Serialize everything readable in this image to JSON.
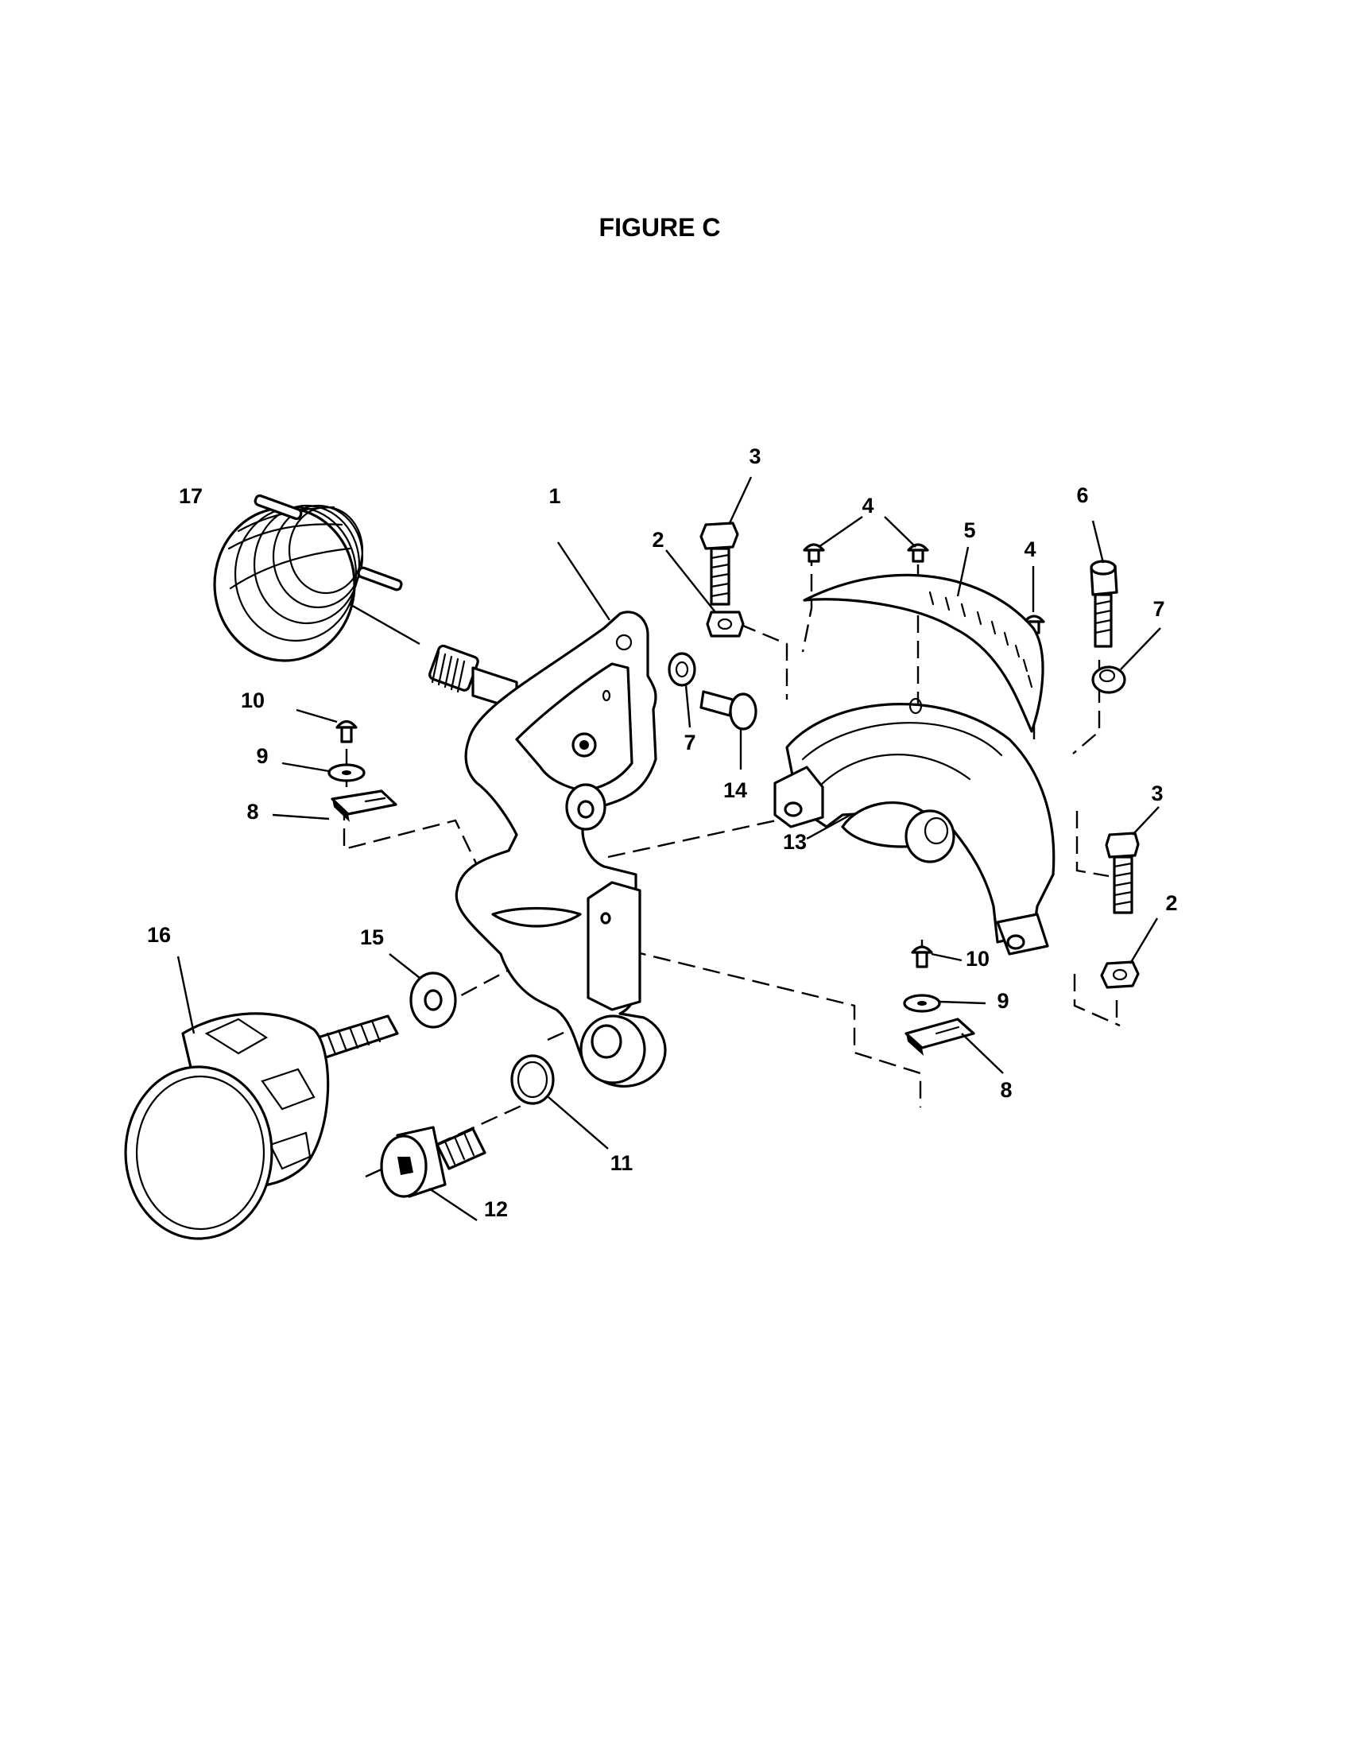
{
  "figure": {
    "title": "FIGURE C"
  },
  "callouts": [
    {
      "id": "c1",
      "text": "1"
    },
    {
      "id": "c2a",
      "text": "2"
    },
    {
      "id": "c2b",
      "text": "2"
    },
    {
      "id": "c3a",
      "text": "3"
    },
    {
      "id": "c3b",
      "text": "3"
    },
    {
      "id": "c4a",
      "text": "4"
    },
    {
      "id": "c4b",
      "text": "4"
    },
    {
      "id": "c5",
      "text": "5"
    },
    {
      "id": "c6",
      "text": "6"
    },
    {
      "id": "c7a",
      "text": "7"
    },
    {
      "id": "c7b",
      "text": "7"
    },
    {
      "id": "c8a",
      "text": "8"
    },
    {
      "id": "c8b",
      "text": "8"
    },
    {
      "id": "c9a",
      "text": "9"
    },
    {
      "id": "c9b",
      "text": "9"
    },
    {
      "id": "c10a",
      "text": "10"
    },
    {
      "id": "c10b",
      "text": "10"
    },
    {
      "id": "c11",
      "text": "11"
    },
    {
      "id": "c12",
      "text": "12"
    },
    {
      "id": "c13",
      "text": "13"
    },
    {
      "id": "c14",
      "text": "14"
    },
    {
      "id": "c15",
      "text": "15"
    },
    {
      "id": "c16",
      "text": "16"
    },
    {
      "id": "c17",
      "text": "17"
    }
  ]
}
